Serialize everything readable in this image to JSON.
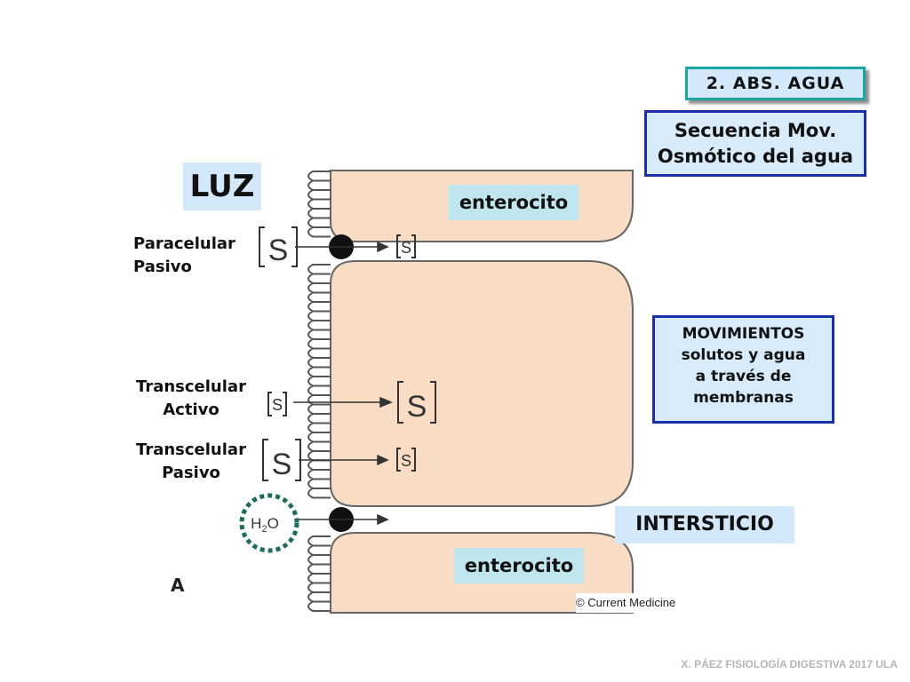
{
  "header_tag": "2. ABS. AGUA",
  "sequence_box": {
    "line1": "Secuencia Mov.",
    "line2": "Osmótico del agua"
  },
  "luz": "LUZ",
  "enterocito_top": "enterocito",
  "enterocito_bottom": "enterocito",
  "intersticio": "INTERSTICIO",
  "movimientos_box": {
    "line1": "MOVIMIENTOS",
    "line2": "solutos y agua",
    "line3": "a través de",
    "line4": "membranas"
  },
  "labels": {
    "paracelular_1": "Paracelular",
    "paracelular_2": "Pasivo",
    "trans_activo_1": "Transcelular",
    "trans_activo_2": "Activo",
    "trans_pasivo_1": "Transcelular",
    "trans_pasivo_2": "Pasivo"
  },
  "solutes": {
    "s_big_para": "S",
    "s_small_para": "S",
    "s_small_activo": "S",
    "s_big_activo": "S",
    "s_big_pasivo": "S",
    "s_small_pasivo": "S"
  },
  "water": {
    "h": "H",
    "sub": "2",
    "o": "O"
  },
  "figure_letter": "A",
  "copyright": "© Current Medicine",
  "footer": "X. PÁEZ   FISIOLOGÍA DIGESTIVA 2017 ULA",
  "colors": {
    "cell_fill": "#f8dcc3",
    "cell_outline": "#555555",
    "teal_border": "#1aa7a1",
    "blue_border": "#1a2fa8",
    "water_circle": "#1f6b5e"
  }
}
